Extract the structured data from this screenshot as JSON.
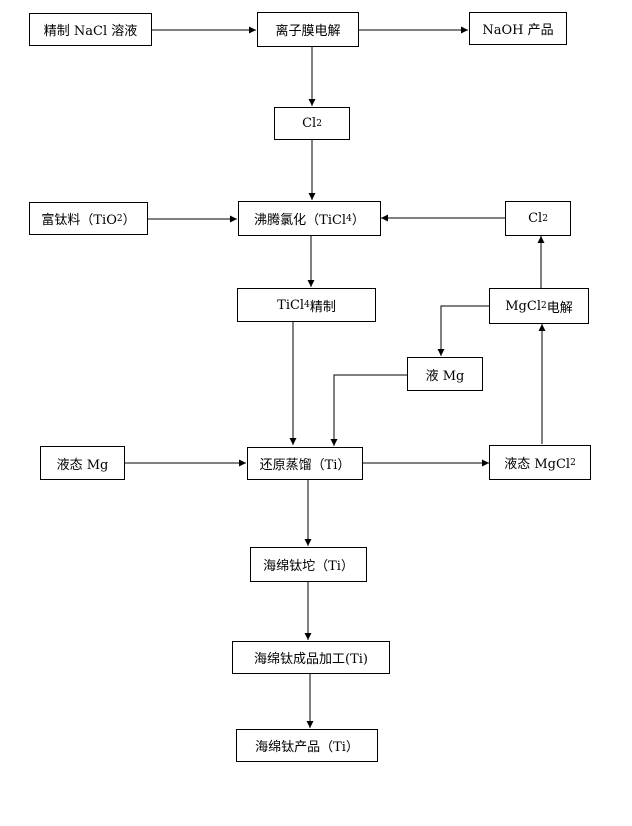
{
  "nodes": {
    "nacl": {
      "parts": [
        {
          "t": "精制 NaCl 溶液"
        }
      ]
    },
    "membrane": {
      "parts": [
        {
          "t": "离子膜电解"
        }
      ]
    },
    "naoh": {
      "parts": [
        {
          "t": "NaOH 产品"
        }
      ]
    },
    "cl2_top": {
      "parts": [
        {
          "t": "Cl"
        },
        {
          "t": "2",
          "sub": true
        }
      ]
    },
    "tio2": {
      "parts": [
        {
          "t": "富钛料（TiO"
        },
        {
          "t": "2",
          "sub": true
        },
        {
          "t": "）"
        }
      ]
    },
    "boil": {
      "parts": [
        {
          "t": "沸腾氯化（TiCl"
        },
        {
          "t": "4",
          "sub": true
        },
        {
          "t": "）"
        }
      ]
    },
    "cl2_right": {
      "parts": [
        {
          "t": "Cl"
        },
        {
          "t": "2",
          "sub": true
        }
      ]
    },
    "ticl4": {
      "parts": [
        {
          "t": "TiCl"
        },
        {
          "t": "4",
          "sub": true
        },
        {
          "t": " 精制"
        }
      ]
    },
    "mgcl2_elec": {
      "parts": [
        {
          "t": "MgCl"
        },
        {
          "t": "2",
          "sub": true
        },
        {
          "t": " 电解"
        }
      ]
    },
    "liq_mg": {
      "parts": [
        {
          "t": "液 Mg"
        }
      ]
    },
    "mg_state": {
      "parts": [
        {
          "t": "液态 Mg"
        }
      ]
    },
    "reduce": {
      "parts": [
        {
          "t": "还原蒸馏（Ti）"
        }
      ]
    },
    "mgcl2_liq": {
      "parts": [
        {
          "t": "液态 MgCl"
        },
        {
          "t": "2",
          "sub": true
        }
      ]
    },
    "sponge": {
      "parts": [
        {
          "t": "海绵钛坨（Ti）"
        }
      ]
    },
    "process": {
      "parts": [
        {
          "t": "海绵钛成品加工(Ti)"
        }
      ]
    },
    "product": {
      "parts": [
        {
          "t": "海绵钛产品（Ti）"
        }
      ]
    }
  }
}
